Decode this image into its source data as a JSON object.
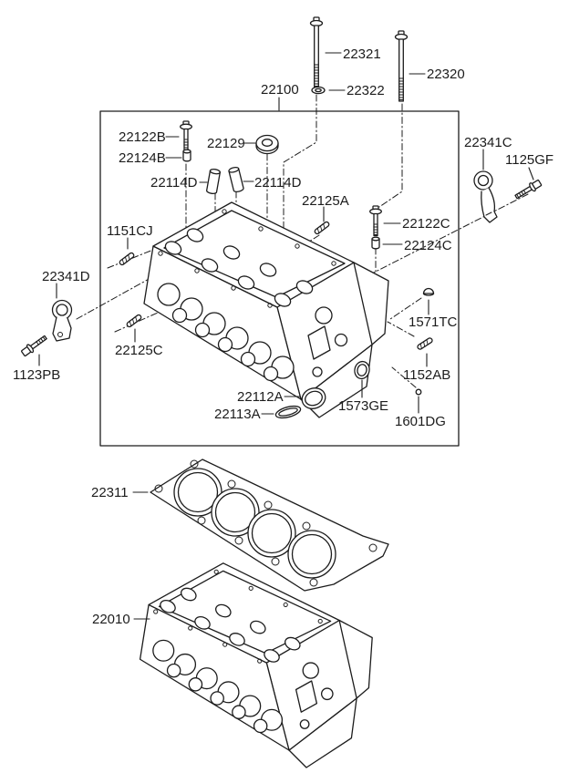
{
  "colors": {
    "line": "#1c1c1c",
    "background": "#ffffff"
  },
  "parts": {
    "22100": "22100",
    "22321": "22321",
    "22320": "22320",
    "22322": "22322",
    "22122B": "22122B",
    "22124B": "22124B",
    "22129": "22129",
    "22114D": "22114D",
    "22125A": "22125A",
    "22122C": "22122C",
    "22124C": "22124C",
    "1151CJ": "1151CJ",
    "22341D": "22341D",
    "1123PB": "1123PB",
    "22125C": "22125C",
    "22112A": "22112A",
    "22113A": "22113A",
    "1573GE": "1573GE",
    "1152AB": "1152AB",
    "1571TC": "1571TC",
    "1601DG": "1601DG",
    "22341C": "22341C",
    "1125GF": "1125GF",
    "22311": "22311",
    "22010": "22010"
  }
}
